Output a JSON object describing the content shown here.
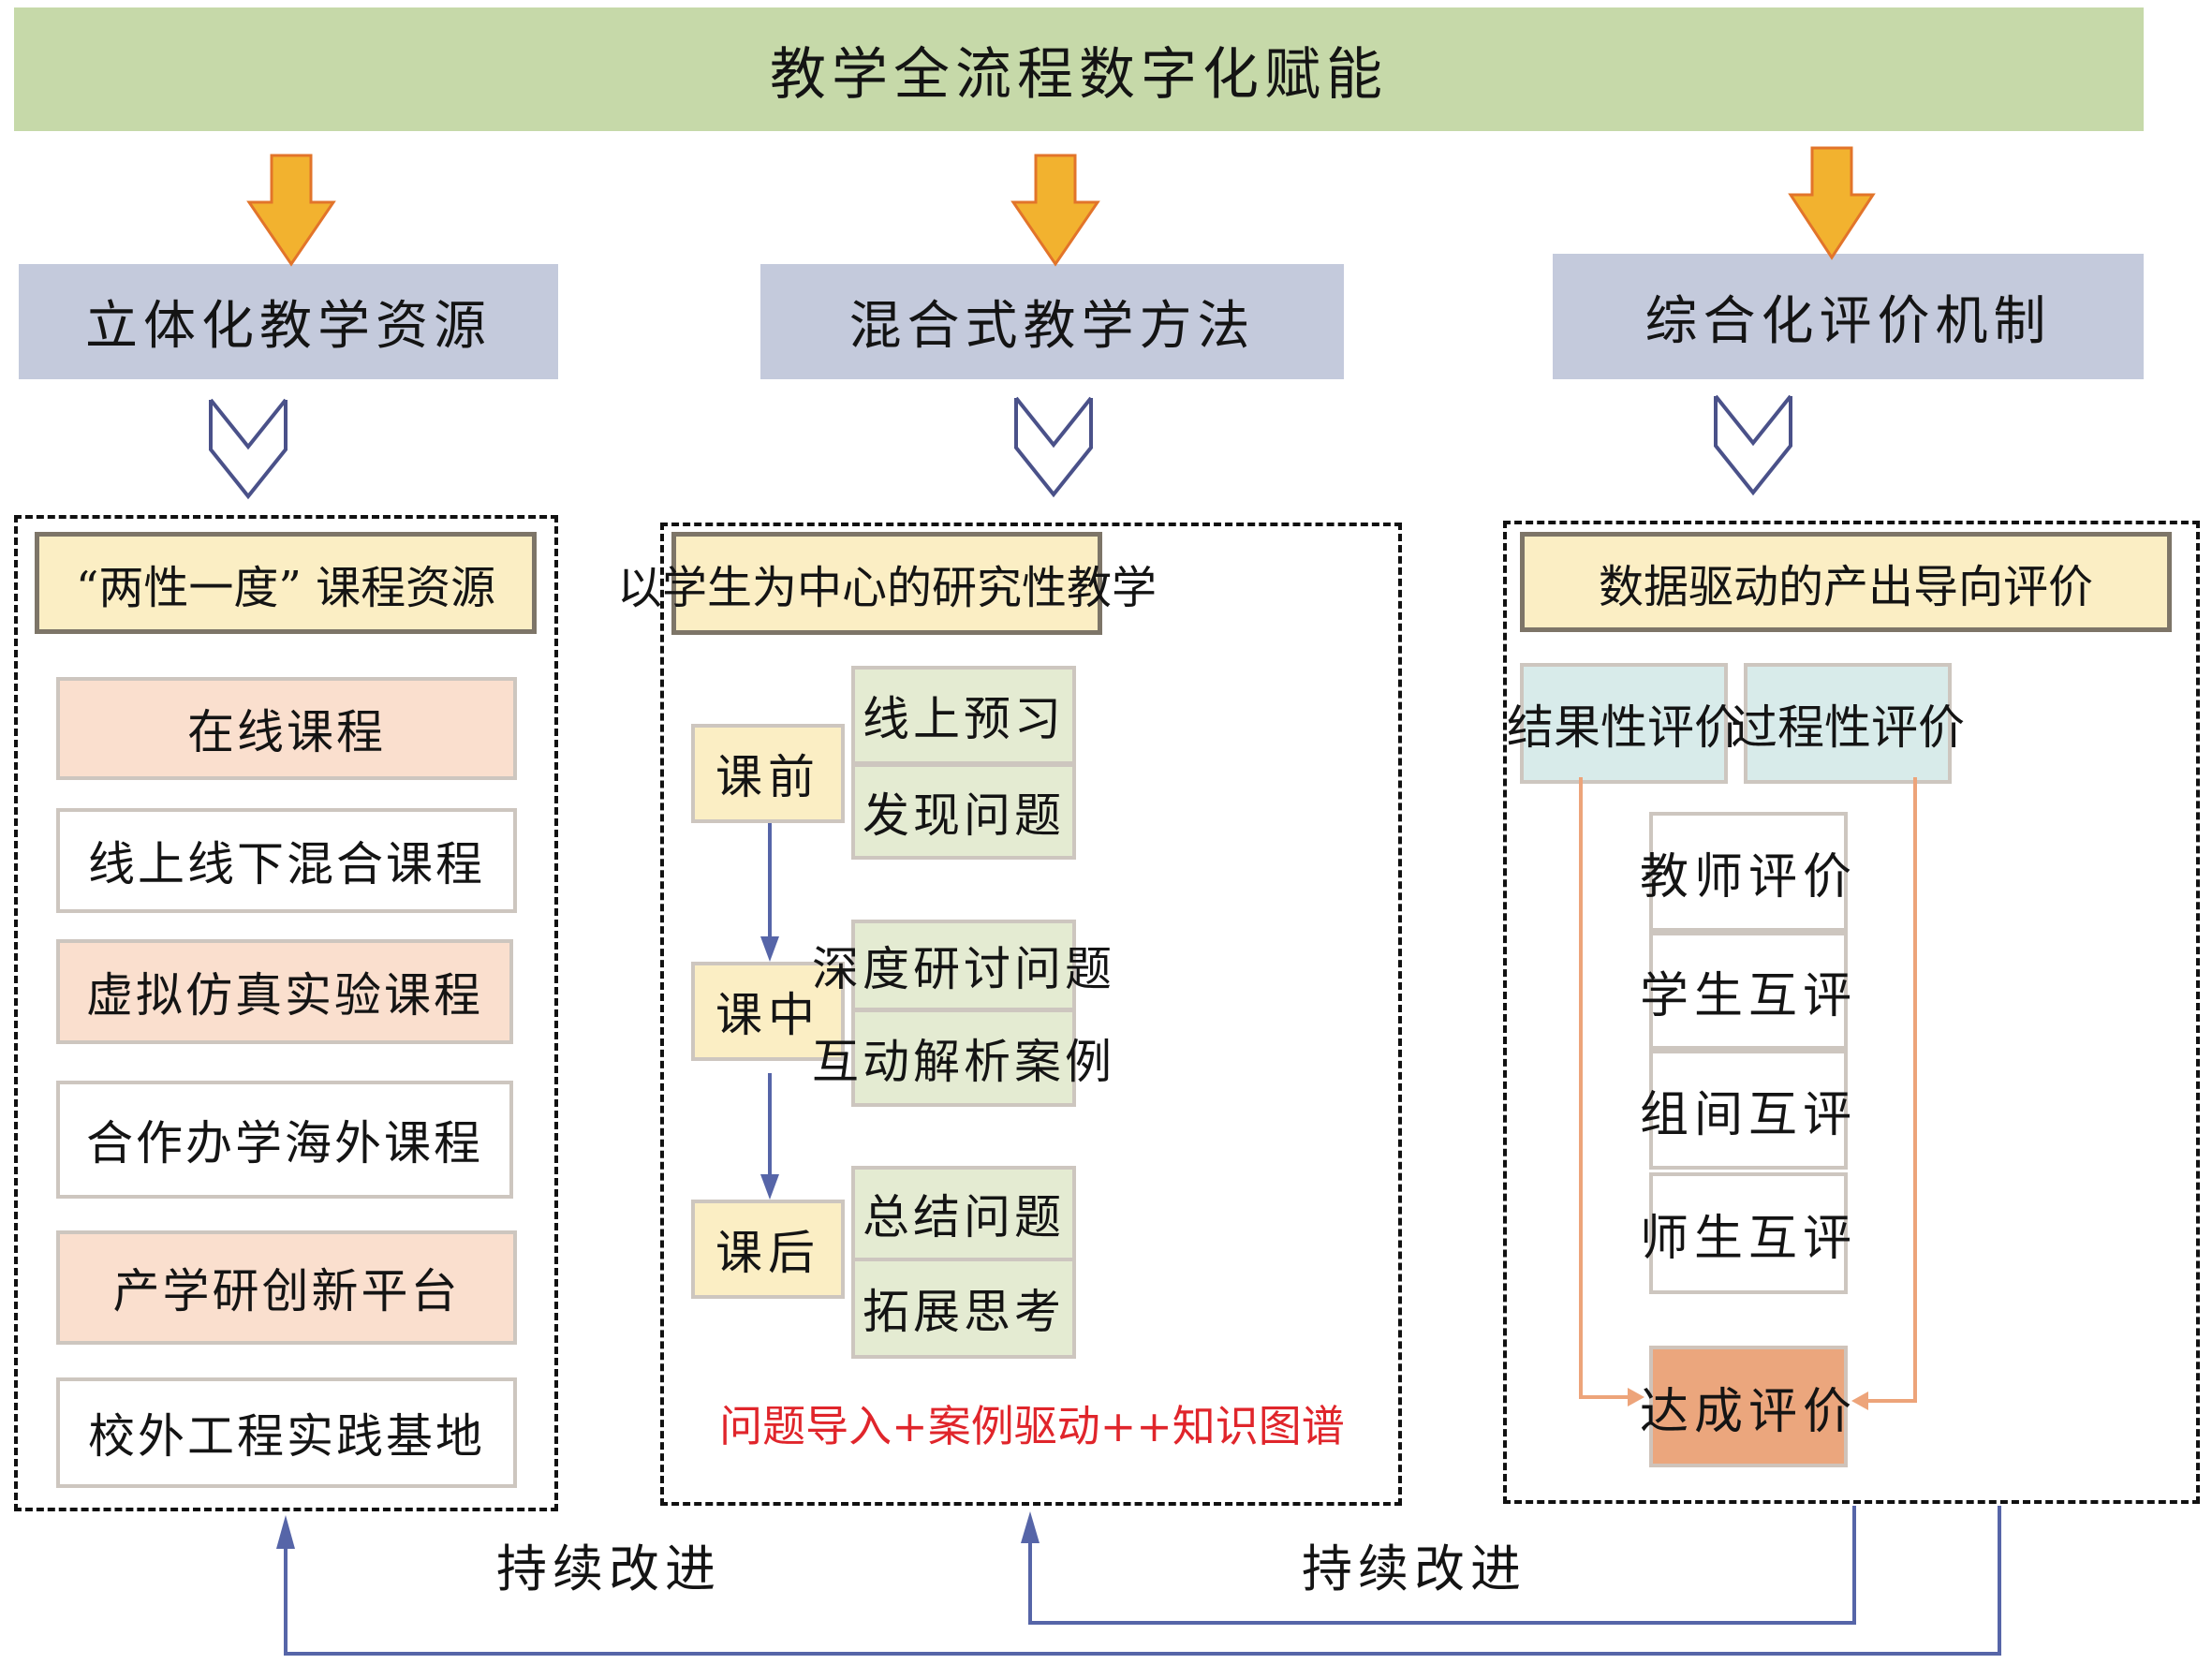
{
  "title": "教学全流程数字化赋能",
  "pillars": [
    {
      "title": "立体化教学资源",
      "subtitle": "“两性一度” 课程资源",
      "items": [
        {
          "label": "在线课程",
          "style": "pink"
        },
        {
          "label": "线上线下混合课程",
          "style": "white"
        },
        {
          "label": "虚拟仿真实验课程",
          "style": "pink"
        },
        {
          "label": "合作办学海外课程",
          "style": "white"
        },
        {
          "label": "产学研创新平台",
          "style": "pink"
        },
        {
          "label": "校外工程实践基地",
          "style": "white"
        }
      ]
    },
    {
      "title": "混合式教学方法",
      "subtitle": "以学生为中心的研究性教学",
      "stages": [
        {
          "label": "课前",
          "activities": [
            "线上预习",
            "发现问题"
          ]
        },
        {
          "label": "课中",
          "activities": [
            "深度研讨问题",
            "互动解析案例"
          ]
        },
        {
          "label": "课后",
          "activities": [
            "总结问题",
            "拓展思考"
          ]
        }
      ],
      "note": "问题导入+案例驱动++知识图谱"
    },
    {
      "title": "综合化评价机制",
      "subtitle": "数据驱动的产出导向评价",
      "types": [
        "结果性评价",
        "过程性评价"
      ],
      "evaluators": [
        "教师评价",
        "学生互评",
        "组间互评",
        "师生互评"
      ],
      "result": "达成评价"
    }
  ],
  "feedback": {
    "left_label": "持续改进",
    "right_label": "持续改进"
  },
  "colors": {
    "banner": "#c6d9a9",
    "pillar": "#c4cadc",
    "subtitle": "#fbeec4",
    "pink_item": "#fadfce",
    "activity": "#e4ebd2",
    "eval_type": "#d8ebea",
    "achieve": "#eba67d",
    "orange_arrow": "#f2b22f",
    "blue_line": "#5665a8",
    "orange_line": "#eda47a",
    "note_red": "#e0252b"
  }
}
